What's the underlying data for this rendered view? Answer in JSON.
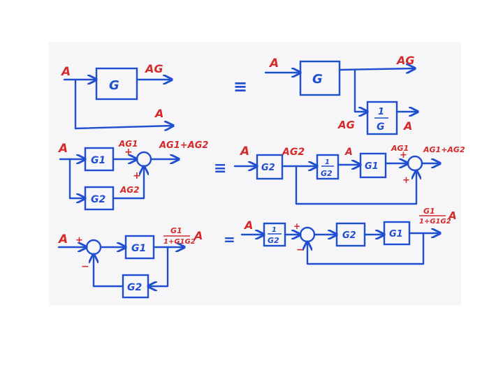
{
  "labels": {
    "A": "A",
    "AG": "AG",
    "AG1": "AG1",
    "AG2": "AG2",
    "AG1_plus_AG2": "AG1+AG2",
    "G": "G",
    "G1": "G1",
    "G2": "G2",
    "one": "1",
    "plus": "+",
    "minus": "−",
    "equiv": "≡",
    "eq": "=",
    "closed_loop_num": "G1",
    "closed_loop_den": "1+G1G2"
  },
  "colors": {
    "blue": "#1f4fd0",
    "red": "#d42a2a",
    "paper": "#f6f6f8"
  }
}
